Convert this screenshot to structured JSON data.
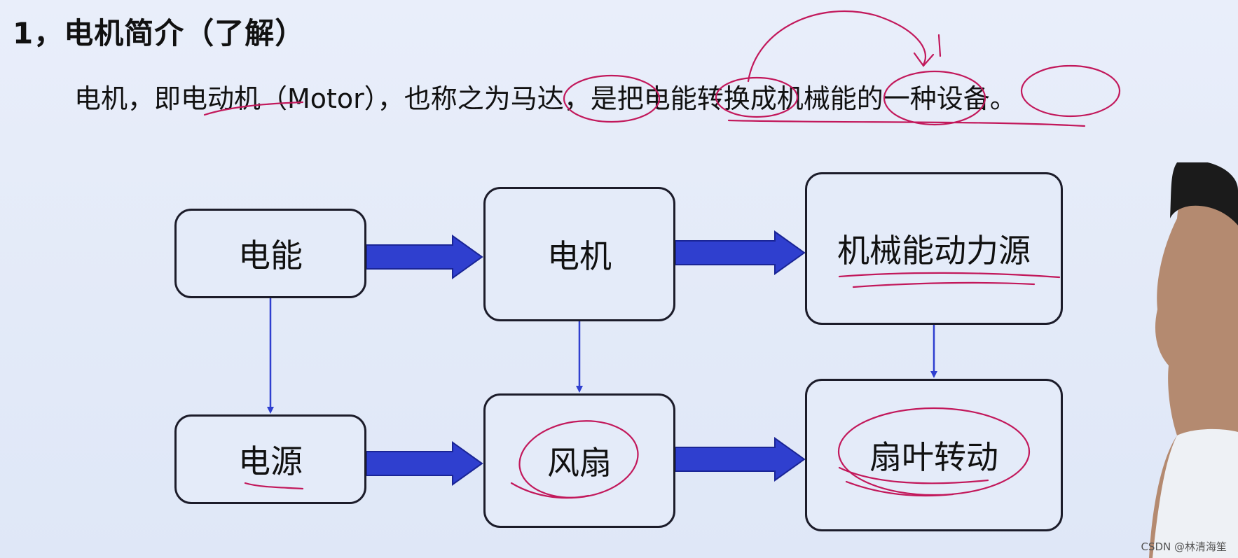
{
  "slide": {
    "title": "1，电机简介（了解）",
    "intro": "电机，即电动机（Motor），也称之为马达，是把电能转换成机械能的一种设备。"
  },
  "diagram": {
    "nodes": [
      {
        "id": "b1",
        "label": "电能"
      },
      {
        "id": "b2",
        "label": "电机"
      },
      {
        "id": "b3",
        "label": "机械能动力源"
      },
      {
        "id": "b4",
        "label": "电源"
      },
      {
        "id": "b5",
        "label": "风扇"
      },
      {
        "id": "b6",
        "label": "扇叶转动"
      }
    ],
    "edges": [
      {
        "from": "b1",
        "to": "b2",
        "style": "thick"
      },
      {
        "from": "b2",
        "to": "b3",
        "style": "thick"
      },
      {
        "from": "b4",
        "to": "b5",
        "style": "thick"
      },
      {
        "from": "b5",
        "to": "b6",
        "style": "thick"
      },
      {
        "from": "b1",
        "to": "b4",
        "style": "thin"
      },
      {
        "from": "b2",
        "to": "b5",
        "style": "thin"
      },
      {
        "from": "b3",
        "to": "b6",
        "style": "thin"
      }
    ],
    "colors": {
      "arrow": "#2f3fcf",
      "annotation": "#c2185b",
      "box_border": "#1c1c2a"
    }
  },
  "watermark": "CSDN @林清海笙"
}
